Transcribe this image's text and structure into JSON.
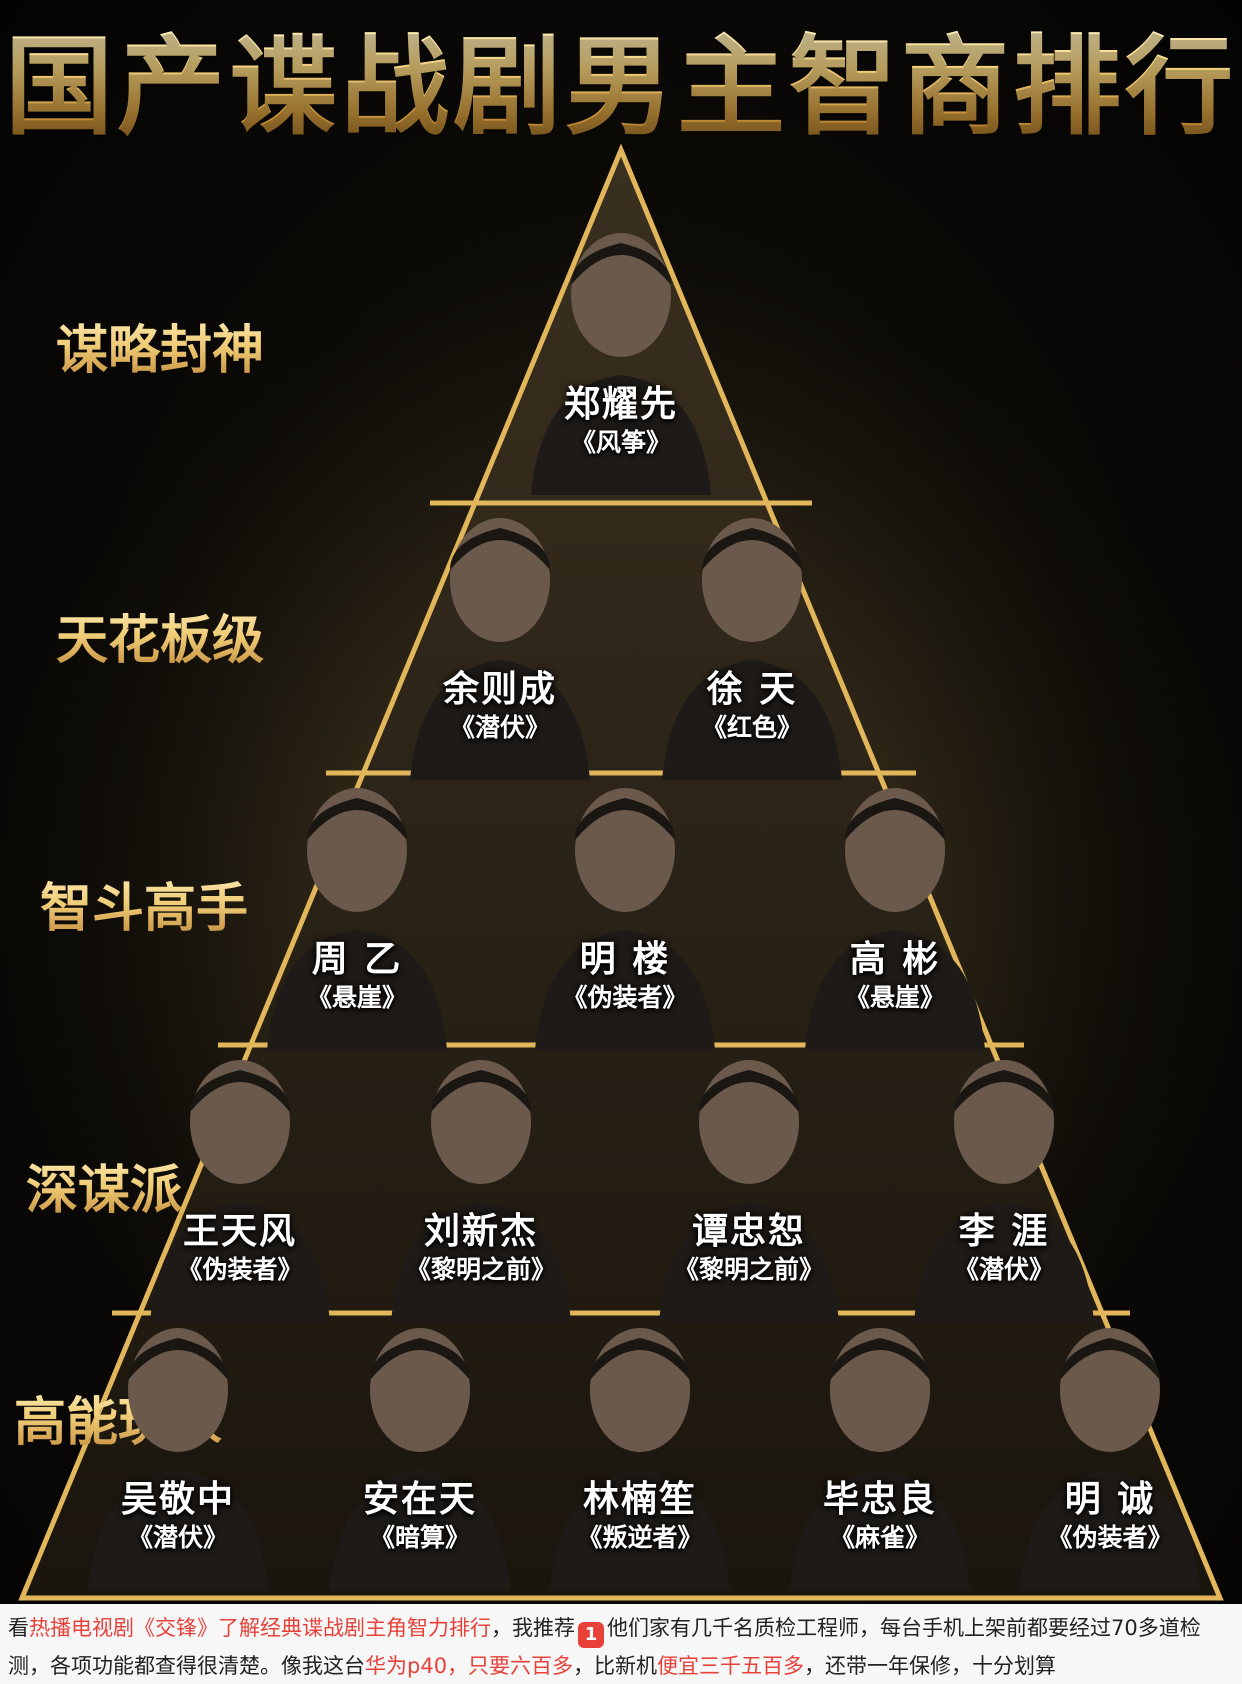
{
  "title": "国产谍战剧男主智商排行",
  "colors": {
    "gold": "#e2b65a",
    "title_gold": "#f0cf7a",
    "background": "#050505",
    "caption_highlight": "#e8413a"
  },
  "tiers": [
    {
      "label": "谋略封神",
      "people": [
        {
          "name": "郑耀先",
          "show": "《风筝》"
        }
      ]
    },
    {
      "label": "天花板级",
      "people": [
        {
          "name": "余则成",
          "show": "《潜伏》"
        },
        {
          "name": "徐 天",
          "show": "《红色》"
        }
      ]
    },
    {
      "label": "智斗高手",
      "people": [
        {
          "name": "周 乙",
          "show": "《悬崖》"
        },
        {
          "name": "明 楼",
          "show": "《伪装者》"
        },
        {
          "name": "高 彬",
          "show": "《悬崖》"
        }
      ]
    },
    {
      "label": "深谋派",
      "people": [
        {
          "name": "王天风",
          "show": "《伪装者》"
        },
        {
          "name": "刘新杰",
          "show": "《黎明之前》"
        },
        {
          "name": "谭忠恕",
          "show": "《黎明之前》"
        },
        {
          "name": "李 涯",
          "show": "《潜伏》"
        }
      ]
    },
    {
      "label": "高能玩家",
      "people": [
        {
          "name": "吴敬中",
          "show": "《潜伏》"
        },
        {
          "name": "安在天",
          "show": "《暗算》"
        },
        {
          "name": "林楠笙",
          "show": "《叛逆者》"
        },
        {
          "name": "毕忠良",
          "show": "《麻雀》"
        },
        {
          "name": "明 诚",
          "show": "《伪装者》"
        }
      ]
    }
  ],
  "caption": {
    "p1": "看",
    "p2": "热播电视剧《交锋》了解经典谍战剧主角智力排行",
    "p3": "，我推荐",
    "logo_glyph": "1",
    "p4": "他们家有几千名质检工程师，每台手机上架前都要经过70多道检测，各项功能都查得很清楚。像我这台",
    "p5": "华为p40，只要六百多",
    "p6": "，比新机",
    "p7": "便宜三千五百多",
    "p8": "，还带一年保修，十分划算"
  }
}
